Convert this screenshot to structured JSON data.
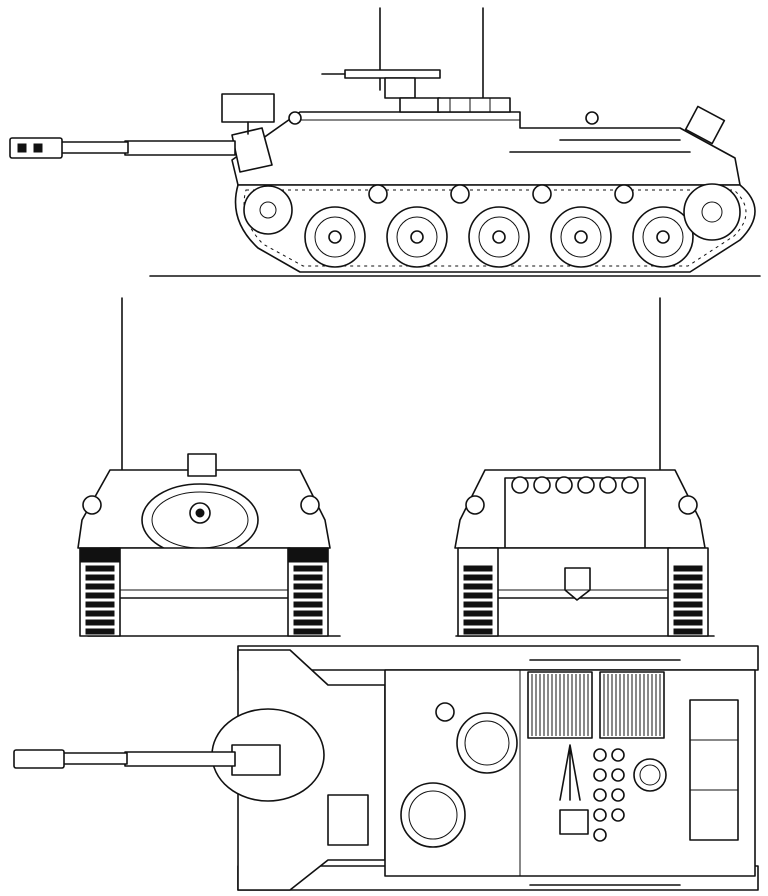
{
  "drawing": {
    "views": [
      "side-elevation",
      "front-elevation",
      "rear-elevation",
      "top-plan"
    ],
    "colors": {
      "line": "#111111",
      "background": "#ffffff"
    },
    "side_view": {
      "road_wheels": 5,
      "return_rollers": 4
    },
    "plan_view": {
      "engine_grilles": 2,
      "periscopes": 9
    }
  }
}
